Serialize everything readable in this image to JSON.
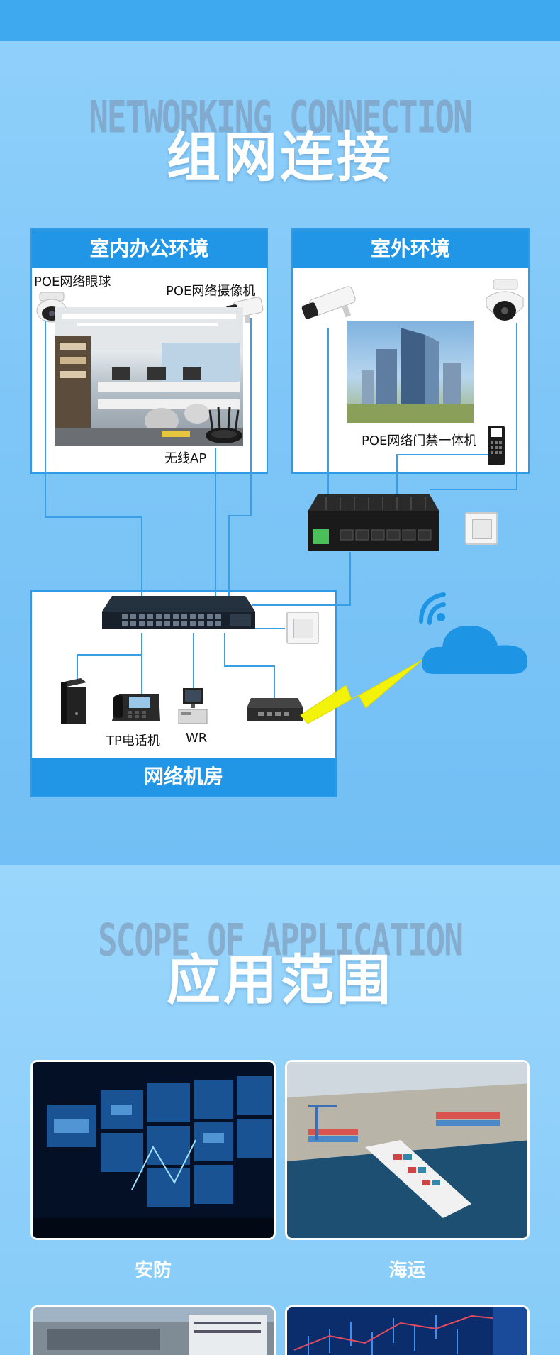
{
  "networking": {
    "bg_title": "NETWORKING CONNECTION",
    "title": "组网连接",
    "indoor": {
      "header": "室内办公环境",
      "dome_camera_label": "POE网络眼球",
      "bullet_camera_label": "POE网络摄像机",
      "ap_label": "无线AP"
    },
    "outdoor": {
      "header": "室外环境",
      "access_control_label": "POE网络门禁一体机"
    },
    "server_room": {
      "footer": "网络机房",
      "phone_label": "TP电话机",
      "wr_label": "WR"
    }
  },
  "application": {
    "bg_title": "SCOPE OF APPLICATION",
    "title": "应用范围",
    "items": [
      {
        "label": "安防"
      },
      {
        "label": "海运"
      }
    ]
  },
  "colors": {
    "accent": "#2296e6",
    "wire": "#3a9ee6",
    "bolt": "#f2f20a",
    "cloud": "#1e95e4"
  }
}
